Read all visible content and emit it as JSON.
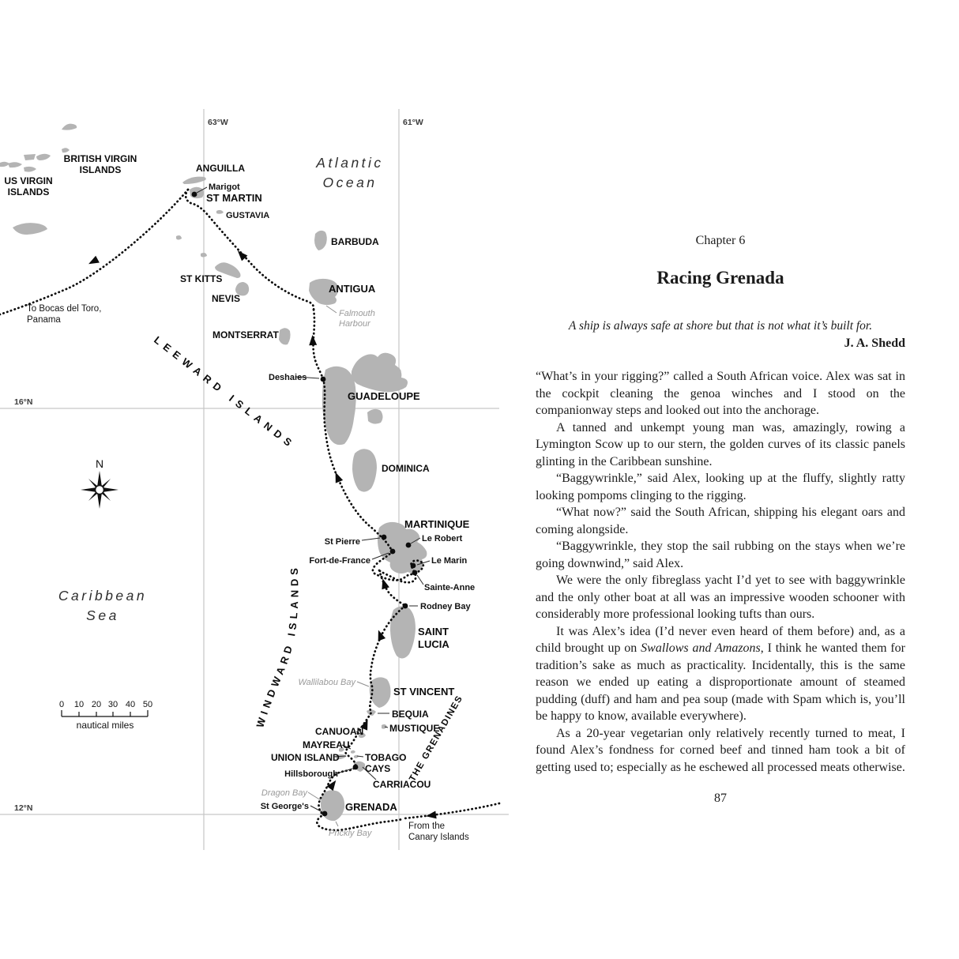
{
  "map": {
    "grid": {
      "lon_west": "63°W",
      "lon_east": "61°W",
      "lat_north": "16°N",
      "lat_south": "12°N"
    },
    "ocean": {
      "atlantic_1": "Atlantic",
      "atlantic_2": "Ocean",
      "caribbean_1": "Caribbean",
      "caribbean_2": "Sea"
    },
    "regions": {
      "leeward": "LEEWARD ISLANDS",
      "windward": "WINDWARD ISLANDS",
      "grenadines": "THE GRENADINES"
    },
    "islands": {
      "bvi_1": "BRITISH VIRGIN",
      "bvi_2": "ISLANDS",
      "usvi_1": "US VIRGIN",
      "usvi_2": "ISLANDS",
      "anguilla": "ANGUILLA",
      "st_martin": "ST MARTIN",
      "gustavia": "GUSTAVIA",
      "barbuda": "BARBUDA",
      "antigua": "ANTIGUA",
      "st_kitts": "ST KITTS",
      "nevis": "NEVIS",
      "montserrat": "MONTSERRAT",
      "guadeloupe": "GUADELOUPE",
      "dominica": "DOMINICA",
      "martinique": "MARTINIQUE",
      "saint_lucia_1": "SAINT",
      "saint_lucia_2": "LUCIA",
      "st_vincent": "ST VINCENT",
      "bequia": "BEQUIA",
      "mustique": "MUSTIQUE",
      "canuoan": "CANUOAN",
      "mayreau": "MAYREAU",
      "union_island": "UNION ISLAND",
      "tobago_cays_1": "TOBAGO",
      "tobago_cays_2": "CAYS",
      "carriacou": "CARRIACOU",
      "grenada": "GRENADA"
    },
    "towns": {
      "marigot": "Marigot",
      "deshaies": "Deshaies",
      "st_pierre": "St Pierre",
      "fort_de_france": "Fort-de-France",
      "le_robert": "Le Robert",
      "le_marin": "Le Marin",
      "sainte_anne": "Sainte-Anne",
      "rodney_bay": "Rodney Bay",
      "hillsborough": "Hillsborough",
      "st_georges": "St George's"
    },
    "bays": {
      "falmouth_1": "Falmouth",
      "falmouth_2": "Harbour",
      "wallilabou": "Wallilabou Bay",
      "dragon_bay": "Dragon Bay",
      "prickly_bay": "Prickly Bay"
    },
    "route_notes": {
      "panama_1": "To Bocas del Toro,",
      "panama_2": "Panama",
      "canary_1": "From the",
      "canary_2": "Canary Islands"
    },
    "scale": {
      "ticks": [
        "0",
        "10",
        "20",
        "30",
        "40",
        "50"
      ],
      "unit": "nautical miles"
    },
    "compass_n": "N"
  },
  "book": {
    "chapter_label": "Chapter 6",
    "title": "Racing Grenada",
    "quote": "A ship is always safe at shore but that is not what it’s built for.",
    "quote_attribution": "J. A. Shedd",
    "p1": "“What’s in your rigging?” called a South African voice. Alex was sat in the cockpit cleaning the genoa winches and I stood on the companionway steps and looked out into the anchorage.",
    "p2": "A tanned and unkempt young man was, amazingly, rowing a Lymington Scow up to our stern, the golden curves of its classic panels glinting in the Caribbean sunshine.",
    "p3": "“Baggywrinkle,” said Alex, looking up at the fluffy, slightly ratty looking pompoms clinging to the rigging.",
    "p4": "“What now?” said the South African, shipping his elegant oars and coming alongside.",
    "p5": "“Baggywrinkle, they stop the sail rubbing on the stays when we’re going downwind,” said Alex.",
    "p6": "We were the only fibreglass yacht I’d yet to see with baggywrinkle and the only other boat at all was an impressive wooden schooner with considerably more professional looking tufts than ours.",
    "p7a": "It was Alex’s idea (I’d never even heard of them before) and, as a child brought up on ",
    "p7_italic": "Swallows and Amazons",
    "p7b": ", I think he wanted them for tradition’s sake as much as practicality. Incidentally, this is the same reason we ended up eating a disproportionate amount of steamed pudding (duff) and ham and pea soup (made with Spam which is, you’ll be happy to know, available everywhere).",
    "p8": "As a 20-year vegetarian only relatively recently turned to meat, I found Alex’s fondness for corned beef and tinned ham took a bit of getting used to; especially as he eschewed all processed meats otherwise.",
    "page_number": "87"
  }
}
